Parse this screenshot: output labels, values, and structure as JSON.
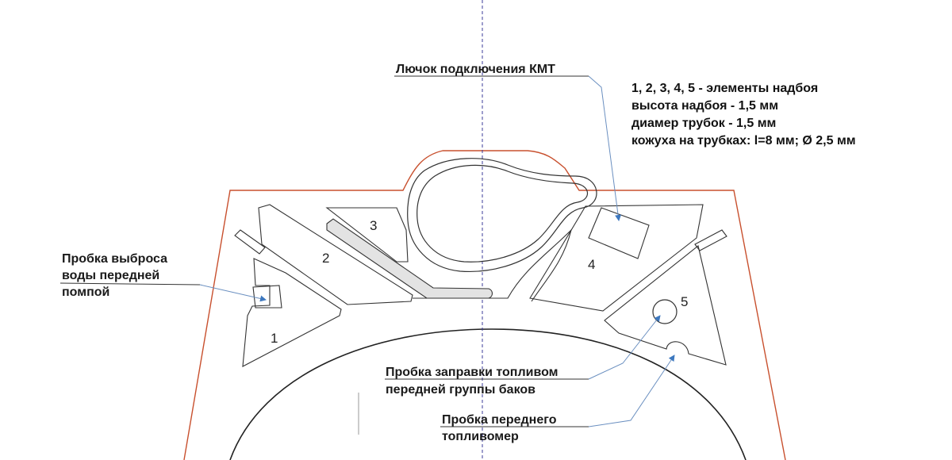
{
  "labels": {
    "hatch": "Лючок подключения КМТ",
    "water_plug_1": "Пробка выброса",
    "water_plug_2": "воды передней",
    "water_plug_3": "помпой",
    "fuel_fill_1": "Пробка заправки топливом",
    "fuel_fill_2": "передней группы баков",
    "gauge_1": "Пробка переднего",
    "gauge_2": "топливомер"
  },
  "notes": {
    "line1": "1, 2, 3, 4, 5 - элементы надбоя",
    "line2": "высота надбоя - 1,5 мм",
    "line3": "диамер трубок - 1,5 мм",
    "line4": "кожуха на трубках: l=8 мм; Ø 2,5 мм"
  },
  "elements": {
    "e1": "1",
    "e2": "2",
    "e3": "3",
    "e4": "4",
    "e5": "5"
  },
  "colors": {
    "outline": "#c8502e",
    "panel": "#333333",
    "arrow": "#3d78bf",
    "leader": "#6a8fc0",
    "centerline": "#3b3b9a",
    "tube_fill": "#e3e3e3"
  }
}
